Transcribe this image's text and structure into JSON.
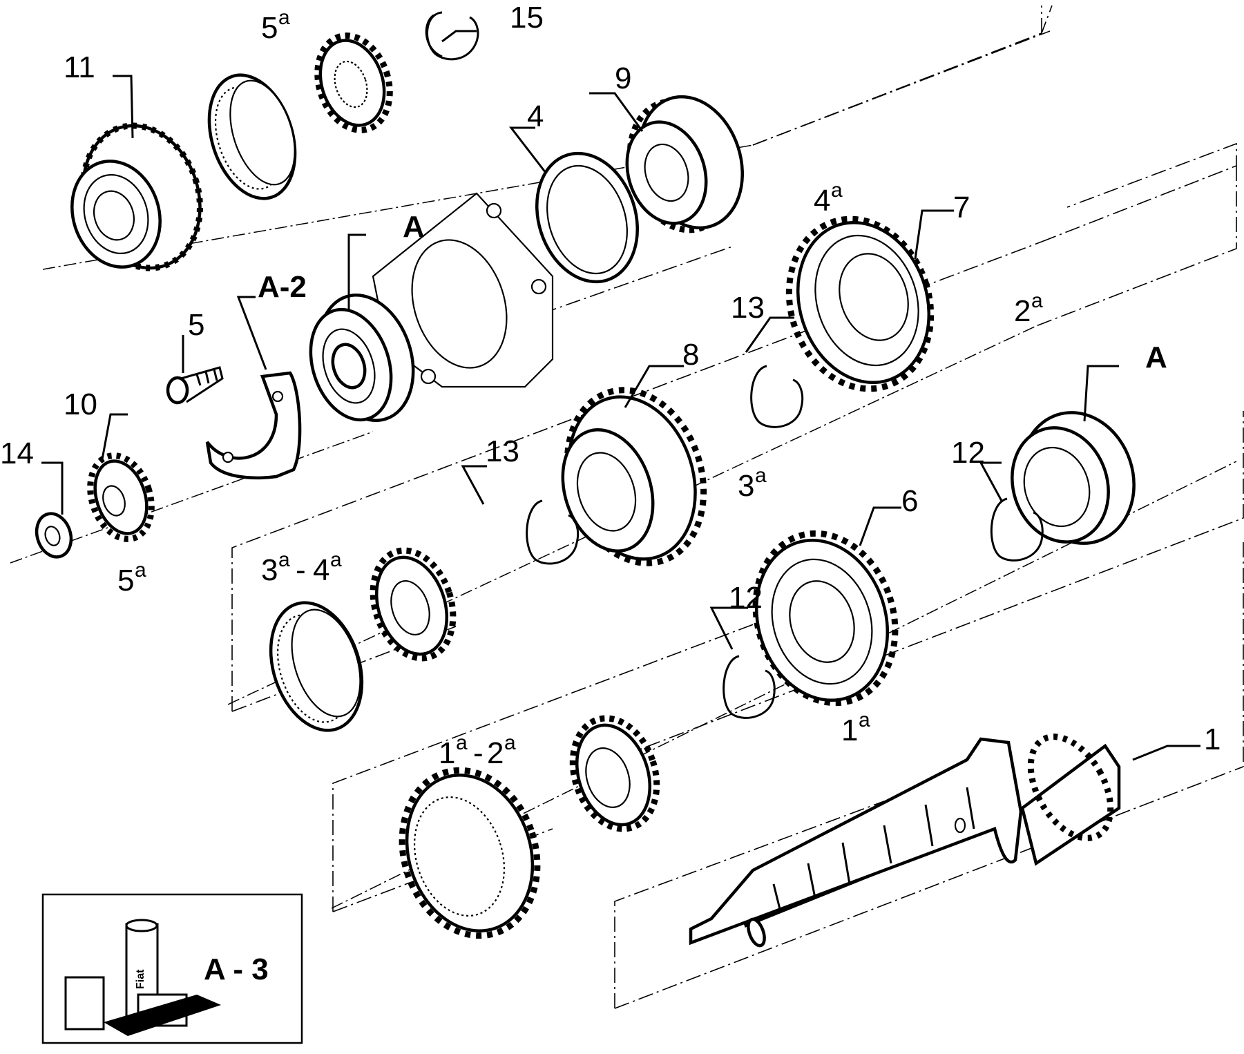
{
  "labels": {
    "p1": "1",
    "p4": "4",
    "p5": "5",
    "p6": "6",
    "p7": "7",
    "p8": "8",
    "p9": "9",
    "p10": "10",
    "p11": "11",
    "p12a": "12",
    "p12b": "12",
    "p13a": "13",
    "p13b": "13",
    "p14": "14",
    "p15": "15",
    "pA1": "A",
    "pA2": "A",
    "pA2ref": "A-2",
    "pA3": "A - 3"
  },
  "gears": {
    "g5_top": {
      "num": "5",
      "sup": "a"
    },
    "g5_bot": {
      "num": "5",
      "sup": "a"
    },
    "g4": {
      "num": "4",
      "sup": "a"
    },
    "g2": {
      "num": "2",
      "sup": "a"
    },
    "g3": {
      "num": "3",
      "sup": "a"
    },
    "g1": {
      "num": "1",
      "sup": "a"
    },
    "g34_a": {
      "num": "3",
      "sup": "a"
    },
    "g34_sep": "-",
    "g34_b": {
      "num": "4",
      "sup": "a"
    },
    "g12_a": {
      "num": "1",
      "sup": "a"
    },
    "g12_sep": "-",
    "g12_b": {
      "num": "2",
      "sup": "a"
    }
  },
  "legend": {
    "product_text": "Fiat"
  }
}
